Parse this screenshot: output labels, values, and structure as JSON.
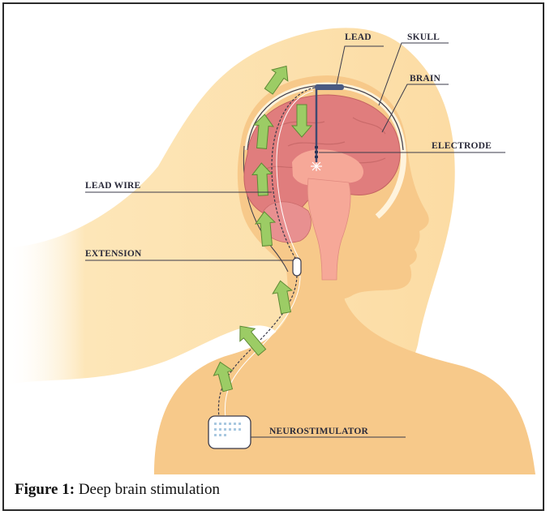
{
  "labels": {
    "lead": "LEAD",
    "skull": "SKULL",
    "brain": "BRAIN",
    "electrode": "ELECTRODE",
    "lead_wire": "LEAD WIRE",
    "extension": "EXTENSION",
    "neurostimulator": "NEUROSTIMULATOR"
  },
  "caption": {
    "prefix": "Figure 1:",
    "text": "Deep brain stimulation"
  },
  "colors": {
    "hair": "#fde3b0",
    "skin": "#f7c98a",
    "brain": "#e07d7d",
    "brainstem": "#f6a898",
    "arrow": "#9ccc65",
    "outline": "#3a3a4a"
  }
}
